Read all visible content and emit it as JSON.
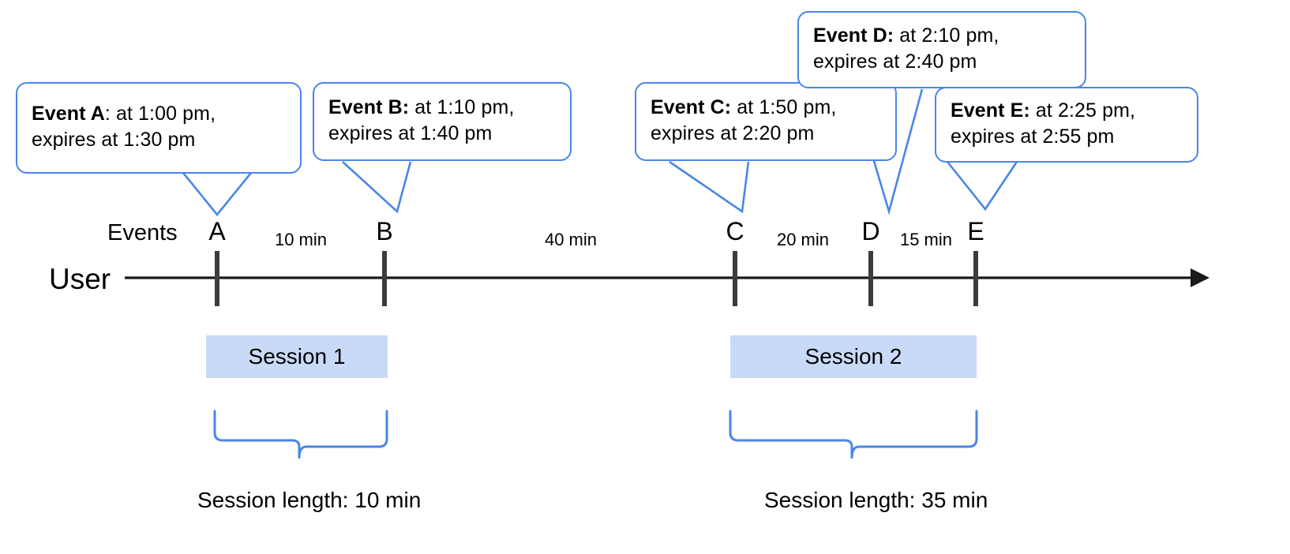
{
  "diagram": {
    "title_row_label": "Events",
    "actor_label": "User",
    "accent_color": "#4a86e8",
    "session_fill_color": "#c9daf8",
    "axis_color": "#3c3c3c",
    "callouts": [
      {
        "id": "A",
        "bold": "Event A",
        "sep": ":",
        "rest": " at 1:00 pm,",
        "line2": "expires at 1:30 pm"
      },
      {
        "id": "B",
        "bold": "Event B:",
        "sep": "",
        "rest": " at 1:10 pm,",
        "line2": "expires at 1:40 pm"
      },
      {
        "id": "C",
        "bold": "Event C:",
        "sep": "",
        "rest": " at 1:50 pm,",
        "line2": "expires at 2:20 pm"
      },
      {
        "id": "D",
        "bold": "Event D:",
        "sep": "",
        "rest": " at 2:10 pm,",
        "line2": "expires at 2:40 pm"
      },
      {
        "id": "E",
        "bold": "Event E:",
        "sep": "",
        "rest": " at 2:25 pm,",
        "line2": "expires at 2:55 pm"
      }
    ],
    "events": [
      {
        "label": "A",
        "time": "1:00 pm",
        "expires": "1:30 pm"
      },
      {
        "label": "B",
        "time": "1:10 pm",
        "expires": "1:40 pm"
      },
      {
        "label": "C",
        "time": "1:50 pm",
        "expires": "2:20 pm"
      },
      {
        "label": "D",
        "time": "2:10 pm",
        "expires": "2:40 pm"
      },
      {
        "label": "E",
        "time": "2:25 pm",
        "expires": "2:55 pm"
      }
    ],
    "gaps": [
      {
        "from": "A",
        "to": "B",
        "label": "10 min"
      },
      {
        "from": "B",
        "to": "C",
        "label": "40 min"
      },
      {
        "from": "C",
        "to": "D",
        "label": "20 min"
      },
      {
        "from": "D",
        "to": "E",
        "label": "15 min"
      }
    ],
    "sessions": [
      {
        "label": "Session 1",
        "caption": "Session length: 10 min"
      },
      {
        "label": "Session 2",
        "caption": "Session length: 35 min"
      }
    ]
  }
}
